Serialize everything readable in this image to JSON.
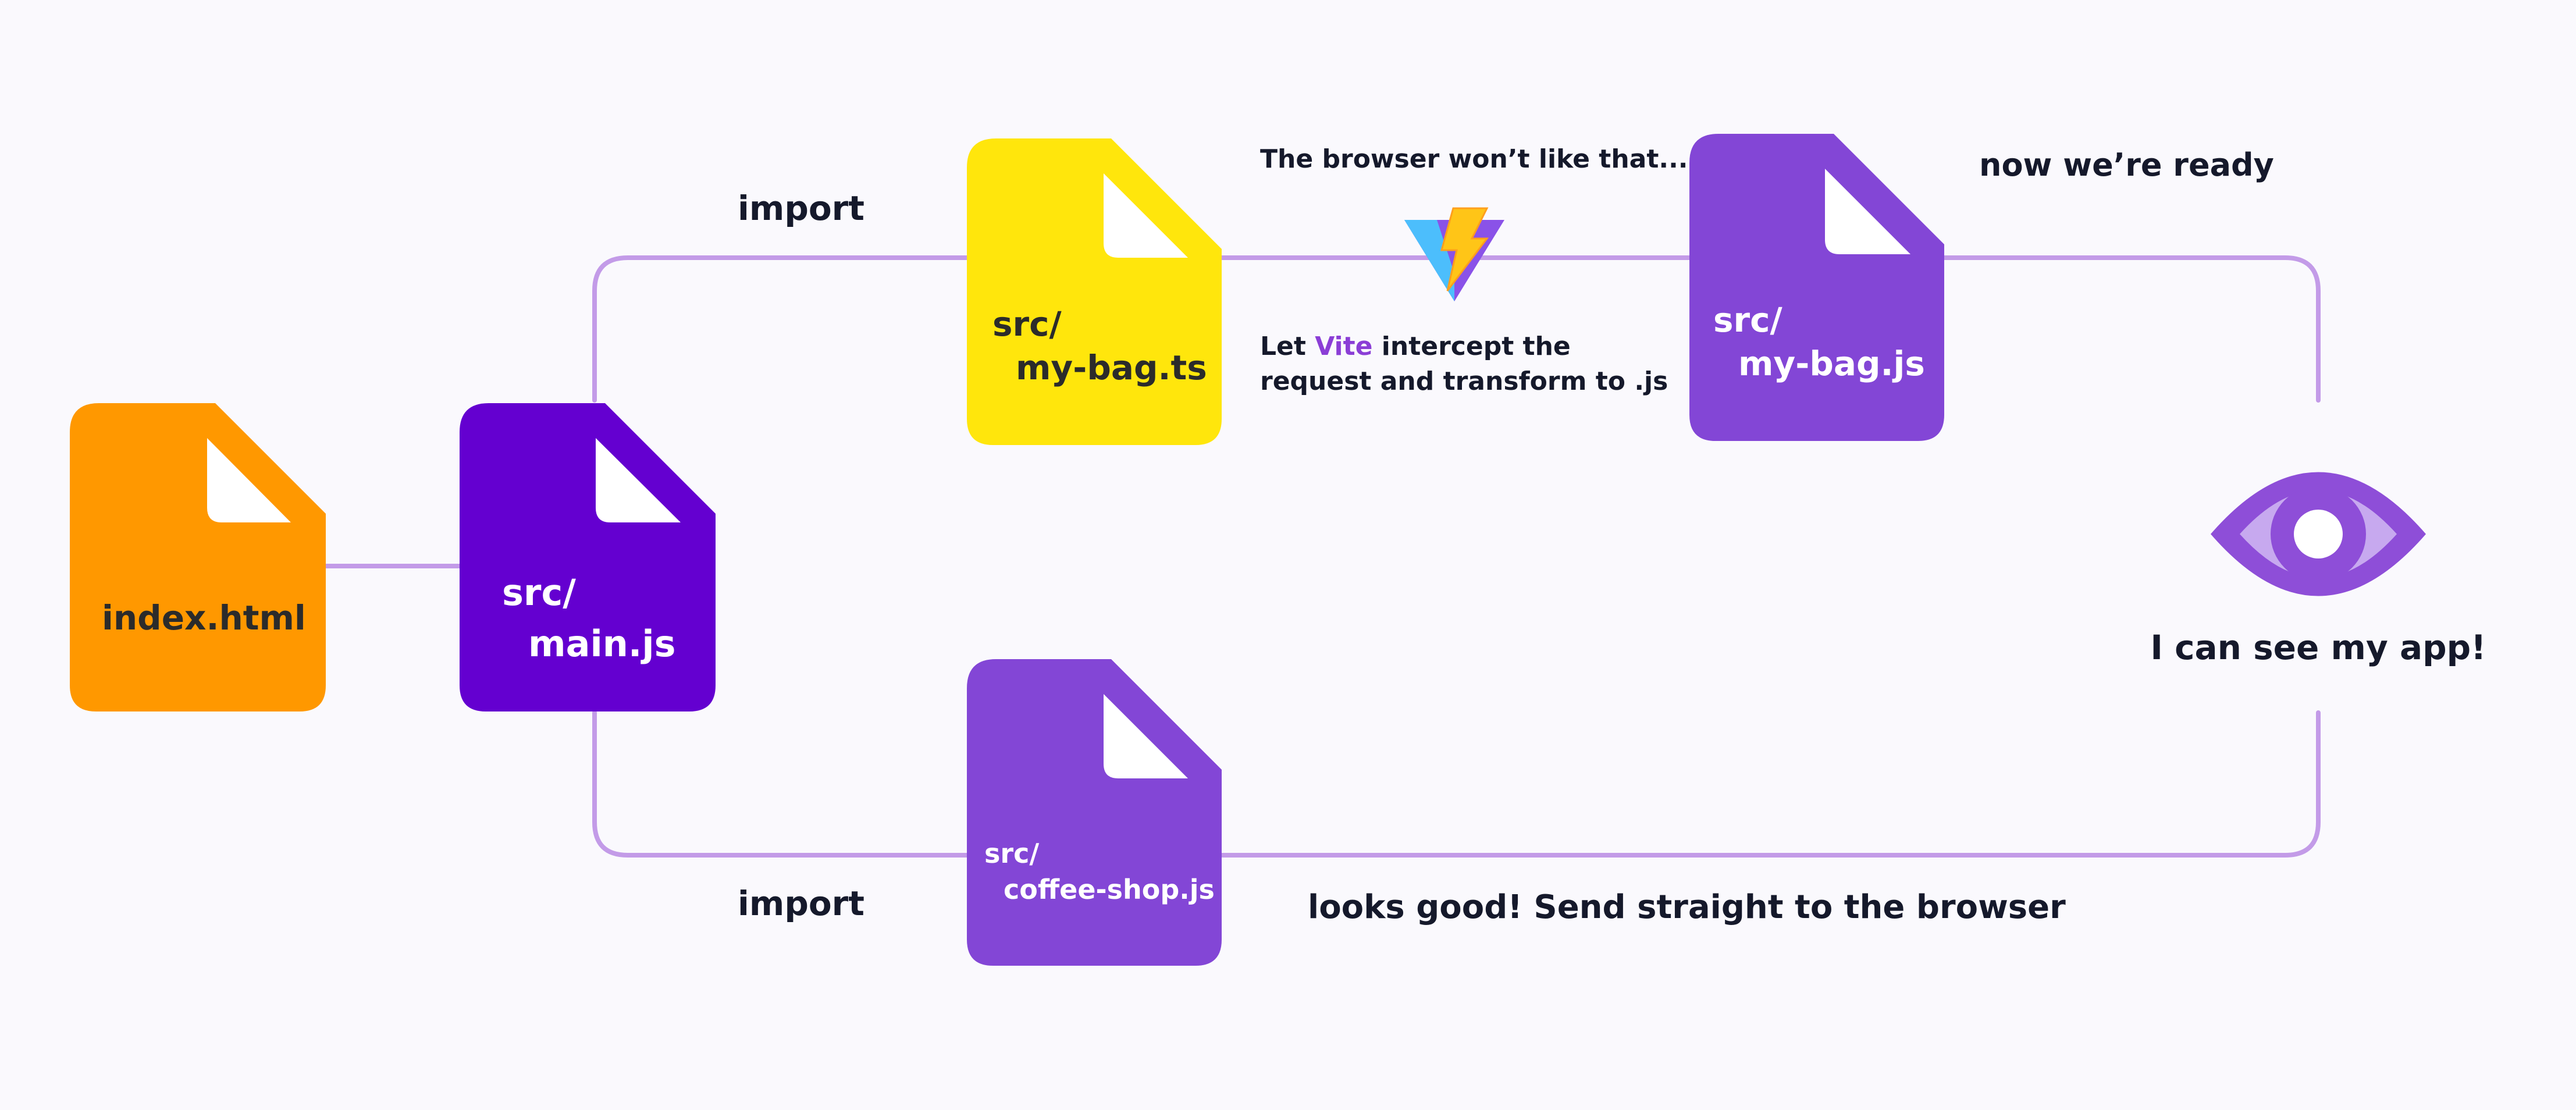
{
  "colors": {
    "background": "#faf9fd",
    "connector": "#c39be8",
    "text": "#15192b",
    "index_file": "#ff9800",
    "main_file": "#6400d0",
    "ts_file": "#ffe60c",
    "js_file": "#8346d6",
    "vite_accent": "#8b3ed6",
    "eye_outer": "#8e4ed8",
    "eye_mid": "#c7a9ef",
    "eye_iris": "#8e4ed8",
    "eye_pupil": "#ffffff",
    "file_label_light": "#ffffff",
    "file_label_dark": "#2b2b2b",
    "fold": "#ffffff"
  },
  "files": {
    "index": {
      "line1": "index.html"
    },
    "main": {
      "line1": "src/",
      "line2": "main.js"
    },
    "bag_ts": {
      "line1": "src/",
      "line2": "my-bag.ts"
    },
    "bag_js": {
      "line1": "src/",
      "line2": "my-bag.js"
    },
    "coffee": {
      "line1": "src/",
      "line2": "coffee-shop.js"
    }
  },
  "labels": {
    "import_top": "import",
    "import_bottom": "import",
    "browser_dislike": "The browser won’t like that...",
    "intercept_prefix": "Let ",
    "intercept_vite": "Vite",
    "intercept_suffix": " intercept the",
    "intercept_line2": "request and transform to .js",
    "ready": "now we’re ready",
    "looks_good": "looks good! Send straight to the browser",
    "see_app": "I can see my app!"
  },
  "icons": {
    "vite": "vite-logo-icon",
    "eye": "eye-icon"
  }
}
